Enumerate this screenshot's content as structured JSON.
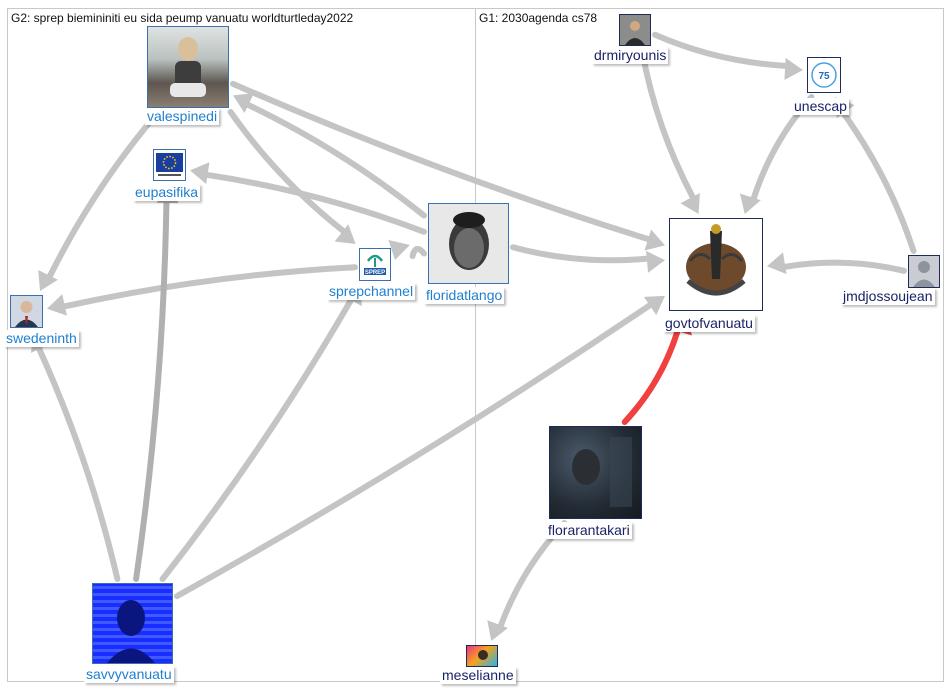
{
  "groups": [
    {
      "id": "G2",
      "title": "G2: sprep biemininiti eu sida peump vanuatu worldturtleday2022"
    },
    {
      "id": "G1",
      "title": "G1: 2030agenda cs78"
    }
  ],
  "nodes": {
    "valespinedi": {
      "label": "valespinedi",
      "icon": "woman-photo-avatar"
    },
    "eupasifika": {
      "label": "eupasifika",
      "icon": "eu-flag-avatar"
    },
    "sprepchannel": {
      "label": "sprepchannel",
      "icon": "sprep-logo-avatar"
    },
    "floridatlango": {
      "label": "floridatlango",
      "icon": "portrait-avatar"
    },
    "swedeninth": {
      "label": "swedeninth",
      "icon": "man-in-suit-avatar"
    },
    "savvyvanuatu": {
      "label": "savvyvanuatu",
      "icon": "blue-portrait-avatar"
    },
    "drmiryounis": {
      "label": "drmiryounis",
      "icon": "man-photo-avatar"
    },
    "unescap": {
      "label": "unescap",
      "icon": "escap-75-logo-avatar"
    },
    "govtofvanuatu": {
      "label": "govtofvanuatu",
      "icon": "vanuatu-emblem-avatar"
    },
    "jmdjossoujean": {
      "label": "jmdjossoujean",
      "icon": "default-person-avatar"
    },
    "florarantakari": {
      "label": "florarantakari",
      "icon": "dark-portrait-avatar"
    },
    "meselianne": {
      "label": "meselianne",
      "icon": "colorful-photo-avatar"
    }
  },
  "edges": [
    {
      "from": "valespinedi",
      "to": "swedeninth",
      "color": "#c4c4c4"
    },
    {
      "from": "valespinedi",
      "to": "sprepchannel",
      "color": "#c4c4c4"
    },
    {
      "from": "valespinedi",
      "to": "govtofvanuatu",
      "color": "#c4c4c4"
    },
    {
      "from": "floridatlango",
      "to": "valespinedi",
      "color": "#c4c4c4"
    },
    {
      "from": "floridatlango",
      "to": "eupasifika",
      "color": "#c4c4c4"
    },
    {
      "from": "floridatlango",
      "to": "sprepchannel",
      "color": "#c4c4c4"
    },
    {
      "from": "floridatlango",
      "to": "govtofvanuatu",
      "color": "#c4c4c4"
    },
    {
      "from": "sprepchannel",
      "to": "swedeninth",
      "color": "#c4c4c4"
    },
    {
      "from": "savvyvanuatu",
      "to": "swedeninth",
      "color": "#c4c4c4"
    },
    {
      "from": "savvyvanuatu",
      "to": "eupasifika",
      "color": "#b0b0b0"
    },
    {
      "from": "savvyvanuatu",
      "to": "sprepchannel",
      "color": "#c4c4c4"
    },
    {
      "from": "savvyvanuatu",
      "to": "govtofvanuatu",
      "color": "#c4c4c4"
    },
    {
      "from": "drmiryounis",
      "to": "unescap",
      "color": "#c4c4c4"
    },
    {
      "from": "drmiryounis",
      "to": "govtofvanuatu",
      "color": "#c4c4c4"
    },
    {
      "from": "unescap",
      "to": "govtofvanuatu",
      "color": "#c4c4c4"
    },
    {
      "from": "jmdjossoujean",
      "to": "unescap",
      "color": "#c4c4c4"
    },
    {
      "from": "jmdjossoujean",
      "to": "govtofvanuatu",
      "color": "#c4c4c4"
    },
    {
      "from": "florarantakari",
      "to": "govtofvanuatu",
      "color": "#f04040"
    },
    {
      "from": "florarantakari",
      "to": "meselianne",
      "color": "#c4c4c4"
    }
  ]
}
